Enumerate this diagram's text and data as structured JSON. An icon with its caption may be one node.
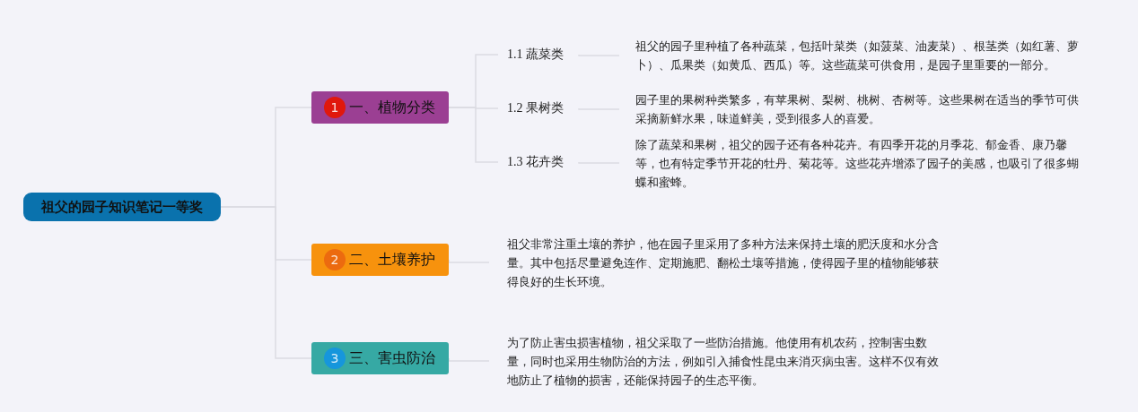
{
  "diagram": {
    "nodes": [
      {
        "text": [
          "祖父的园子知识笔记一等奖"
        ]
      },
      {
        "text": [
          "1",
          "一、植物分类"
        ]
      },
      {
        "text": [
          "1.1 蔬菜类"
        ]
      },
      {
        "text": [
          "祖父的园子里种植了各种蔬菜，包括叶菜类（如菠菜、油麦菜）、根茎类（如红薯、萝卜）、瓜果类（如黄瓜、西瓜）等。这些蔬菜可供食用，是园子里重要的一部分。"
        ]
      },
      {
        "text": [
          "1.2 果树类"
        ]
      },
      {
        "text": [
          "园子里的果树种类繁多，有苹果树、梨树、桃树、杏树等。这些果树在适当的季节可供采摘新鲜水果，味道鲜美，受到很多人的喜爱。"
        ]
      },
      {
        "text": [
          "1.3 花卉类"
        ]
      },
      {
        "text": [
          "除了蔬菜和果树，祖父的园子还有各种花卉。有四季开花的月季花、郁金香、康乃馨等，也有特定季节开花的牡丹、菊花等。这些花卉增添了园子的美感，也吸引了很多蝴蝶和蜜蜂。"
        ]
      },
      {
        "text": [
          "2",
          "二、土壤养护"
        ]
      },
      {
        "text": [
          "祖父非常注重土壤的养护，他在园子里采用了多种方法来保持土壤的肥沃度和水分含量。其中包括尽量避免连作、定期施肥、翻松土壤等措施，使得园子里的植物能够获得良好的生长环境。"
        ]
      },
      {
        "text": [
          "3",
          "三、害虫防治"
        ]
      },
      {
        "text": [
          "为了防止害虫损害植物，祖父采取了一些防治措施。他使用有机农药，控制害虫数量，同时也采用生物防治的方法，例如引入捕食性昆虫来消灭病虫害。这样不仅有效地防止了植物的损害，还能保持园子的生态平衡。"
        ]
      }
    ],
    "edges": [
      {
        "from": 0,
        "to": 1,
        "arrow": "none"
      },
      {
        "from": 0,
        "to": 8,
        "arrow": "none"
      },
      {
        "from": 0,
        "to": 10,
        "arrow": "none"
      },
      {
        "from": 1,
        "to": 2,
        "arrow": "none"
      },
      {
        "from": 1,
        "to": 4,
        "arrow": "none"
      },
      {
        "from": 1,
        "to": 6,
        "arrow": "none"
      },
      {
        "from": 2,
        "to": 3,
        "arrow": "none"
      },
      {
        "from": 4,
        "to": 5,
        "arrow": "none"
      },
      {
        "from": 6,
        "to": 7,
        "arrow": "none"
      },
      {
        "from": 8,
        "to": 9,
        "arrow": "none"
      },
      {
        "from": 10,
        "to": 11,
        "arrow": "none"
      }
    ]
  }
}
